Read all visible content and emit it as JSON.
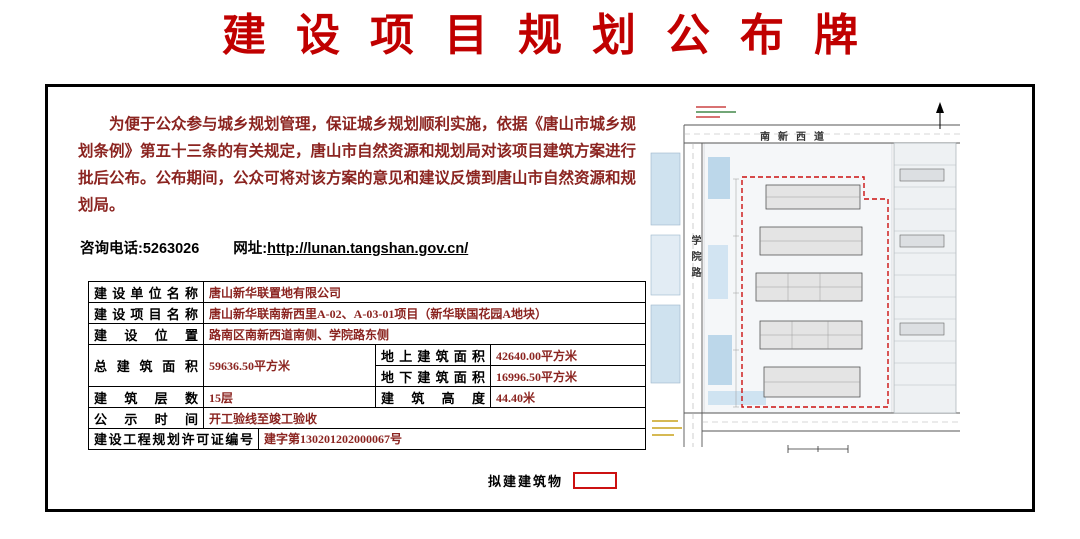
{
  "title": "建设项目规划公布牌",
  "intro": {
    "paragraph": "为便于公众参与城乡规划管理，保证城乡规划顺利实施，依据《唐山市城乡规划条例》第五十三条的有关规定，唐山市自然资源和规划局对该项目建筑方案进行批后公布。公布期间，公众可将对该方案的意见和建议反馈到唐山市自然资源和规划局。",
    "phone": "咨询电话:5263026",
    "url_prefix": "网址:",
    "url": "http://lunan.tangshan.gov.cn/"
  },
  "table": {
    "unit_label": "建设单位名称",
    "unit_value": "唐山新华联置地有限公司",
    "project_label": "建设项目名称",
    "project_value": "唐山新华联南新西里A-02、A-03-01项目（新华联国花园A地块）",
    "location_label": "建设位置",
    "location_value": "路南区南新西道南侧、学院路东侧",
    "total_area_label": "总建筑面积",
    "total_area_value": "59636.50平方米",
    "above_area_label": "地上建筑面积",
    "above_area_value": "42640.00平方米",
    "below_area_label": "地下建筑面积",
    "below_area_value": "16996.50平方米",
    "floors_label": "建筑层数",
    "floors_value": "15层",
    "height_label": "建筑高度",
    "height_value": "44.40米",
    "publicity_label": "公示时间",
    "publicity_value": "开工验线至竣工验收",
    "permit_label": "建设工程规划许可证编号",
    "permit_value": "建字第130201202000067号"
  },
  "map": {
    "road_top": "南新西道",
    "road_left": "学院路"
  },
  "legend": {
    "proposed_building_label": "拟建建筑物"
  },
  "colors": {
    "title_red": "#c00000",
    "body_maroon": "#8b2420",
    "boundary_red": "#cc1111"
  }
}
